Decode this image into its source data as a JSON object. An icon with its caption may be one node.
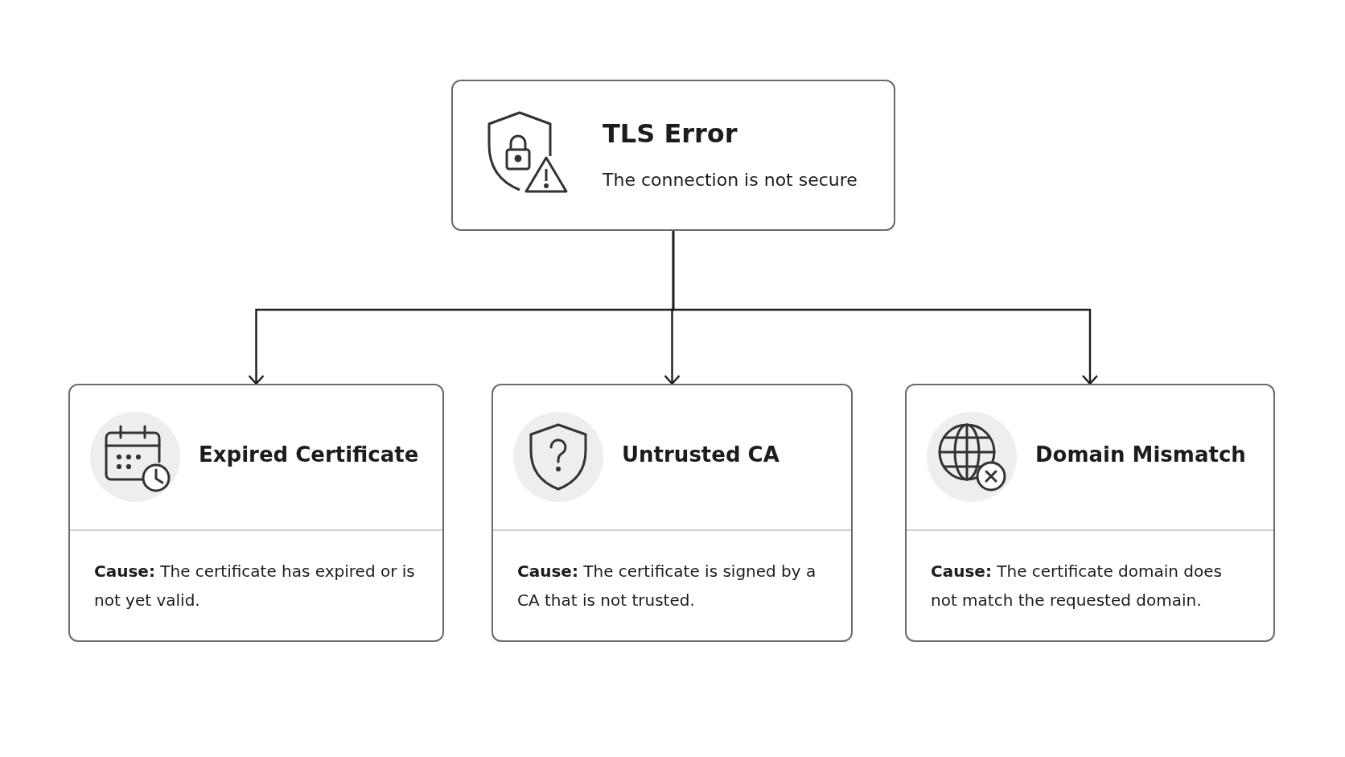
{
  "diagram": {
    "nodes": [
      {
        "text": [
          "TLS Error",
          "The connection is not secure"
        ]
      },
      {
        "text": [
          "Expired Certificate",
          "**Cause:** The certificate has expired or is not yet valid."
        ]
      },
      {
        "text": [
          "Untrusted CA",
          "**Cause:** The certificate is signed by a CA that is not trusted."
        ]
      },
      {
        "text": [
          "Domain Mismatch",
          "**Cause:** The certificate domain does not match the requested domain."
        ]
      }
    ],
    "edges": [
      {
        "from": 0,
        "to": 1,
        "arrow": "to"
      },
      {
        "from": 0,
        "to": 2,
        "arrow": "to"
      },
      {
        "from": 0,
        "to": 3,
        "arrow": "to"
      }
    ]
  }
}
